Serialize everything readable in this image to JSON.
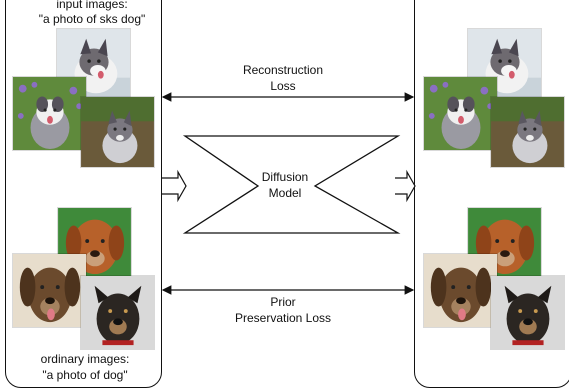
{
  "left_panel": {
    "input_caption_line1": "input images:",
    "input_caption_line2": "\"a photo of sks dog\"",
    "ordinary_caption_line1": "ordinary images:",
    "ordinary_caption_line2": "\"a photo of dog\""
  },
  "center": {
    "reconstruction_line1": "Reconstruction",
    "reconstruction_line2": "Loss",
    "model_line1": "Diffusion",
    "model_line2": "Model",
    "prior_line1": "Prior",
    "prior_line2": "Preservation Loss"
  },
  "colors": {
    "stroke": "#111111",
    "collie_background_grass": "#5f8a3c",
    "collie_background_flowers": "#8a6fc2",
    "retriever_coat": "#b7612a",
    "labrador_coat": "#2b2622",
    "hound_coat": "#6b4a2d"
  }
}
